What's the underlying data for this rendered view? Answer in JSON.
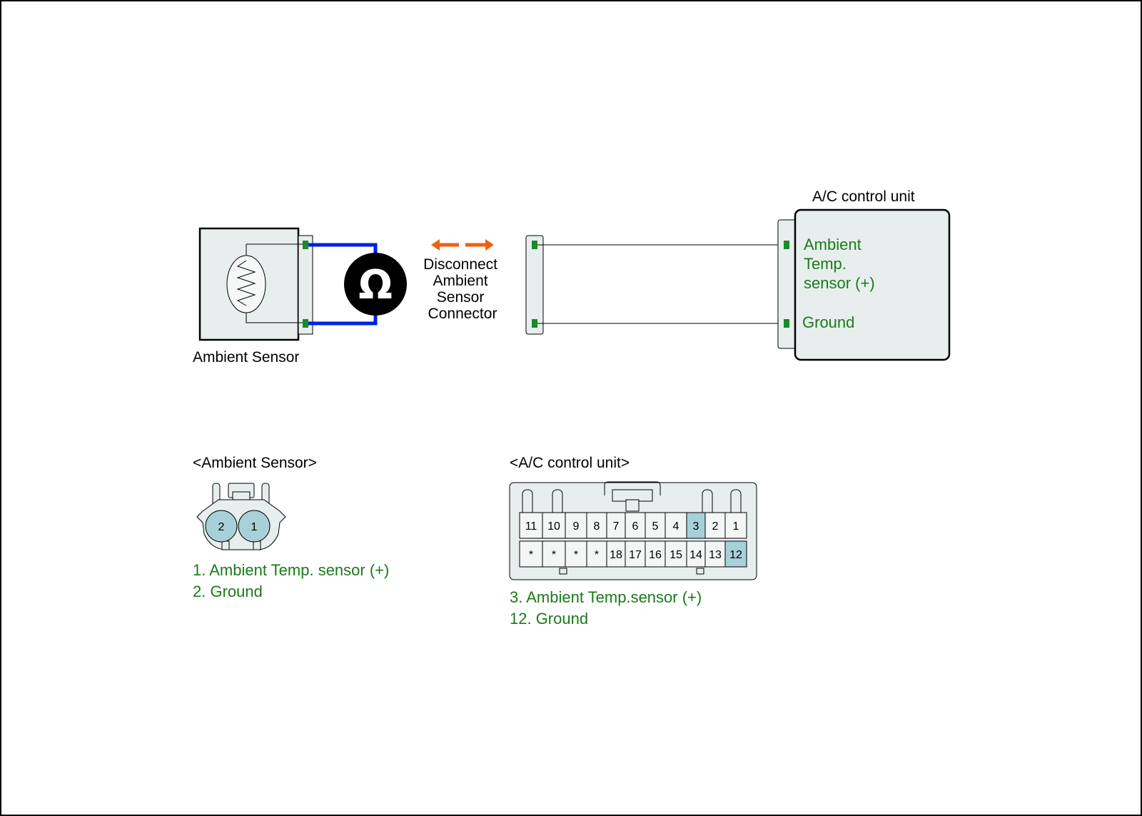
{
  "colors": {
    "wire": "#0020e0",
    "arrow": "#f06010",
    "terminal": "#1a8a2a",
    "label_green": "#1a7a1a",
    "box_fill": "#e8eeee",
    "pin_highlight": "#a8d0d8"
  },
  "top": {
    "sensor_label": "Ambient Sensor",
    "meter_symbol": "Ω",
    "disconnect_lines": [
      "Disconnect",
      "Ambient",
      "Sensor",
      "Connector"
    ],
    "acu_title": "A/C control unit",
    "acu_pin_top_lines": [
      "Ambient",
      "Temp.",
      "sensor (+)"
    ],
    "acu_pin_bottom": "Ground"
  },
  "bottom_left": {
    "title": "<Ambient Sensor>",
    "pins": [
      "2",
      "1"
    ],
    "legend": [
      "1. Ambient Temp. sensor (+)",
      "2. Ground"
    ]
  },
  "bottom_right": {
    "title": "<A/C control unit>",
    "row1": [
      "11",
      "10",
      "9",
      "8",
      "7",
      "6",
      "5",
      "4",
      "3",
      "2",
      "1"
    ],
    "row2": [
      "*",
      "*",
      "*",
      "*",
      "18",
      "17",
      "16",
      "15",
      "14",
      "13",
      "12"
    ],
    "highlighted": [
      "3",
      "12"
    ],
    "legend": [
      "3. Ambient Temp.sensor (+)",
      "12. Ground"
    ]
  }
}
